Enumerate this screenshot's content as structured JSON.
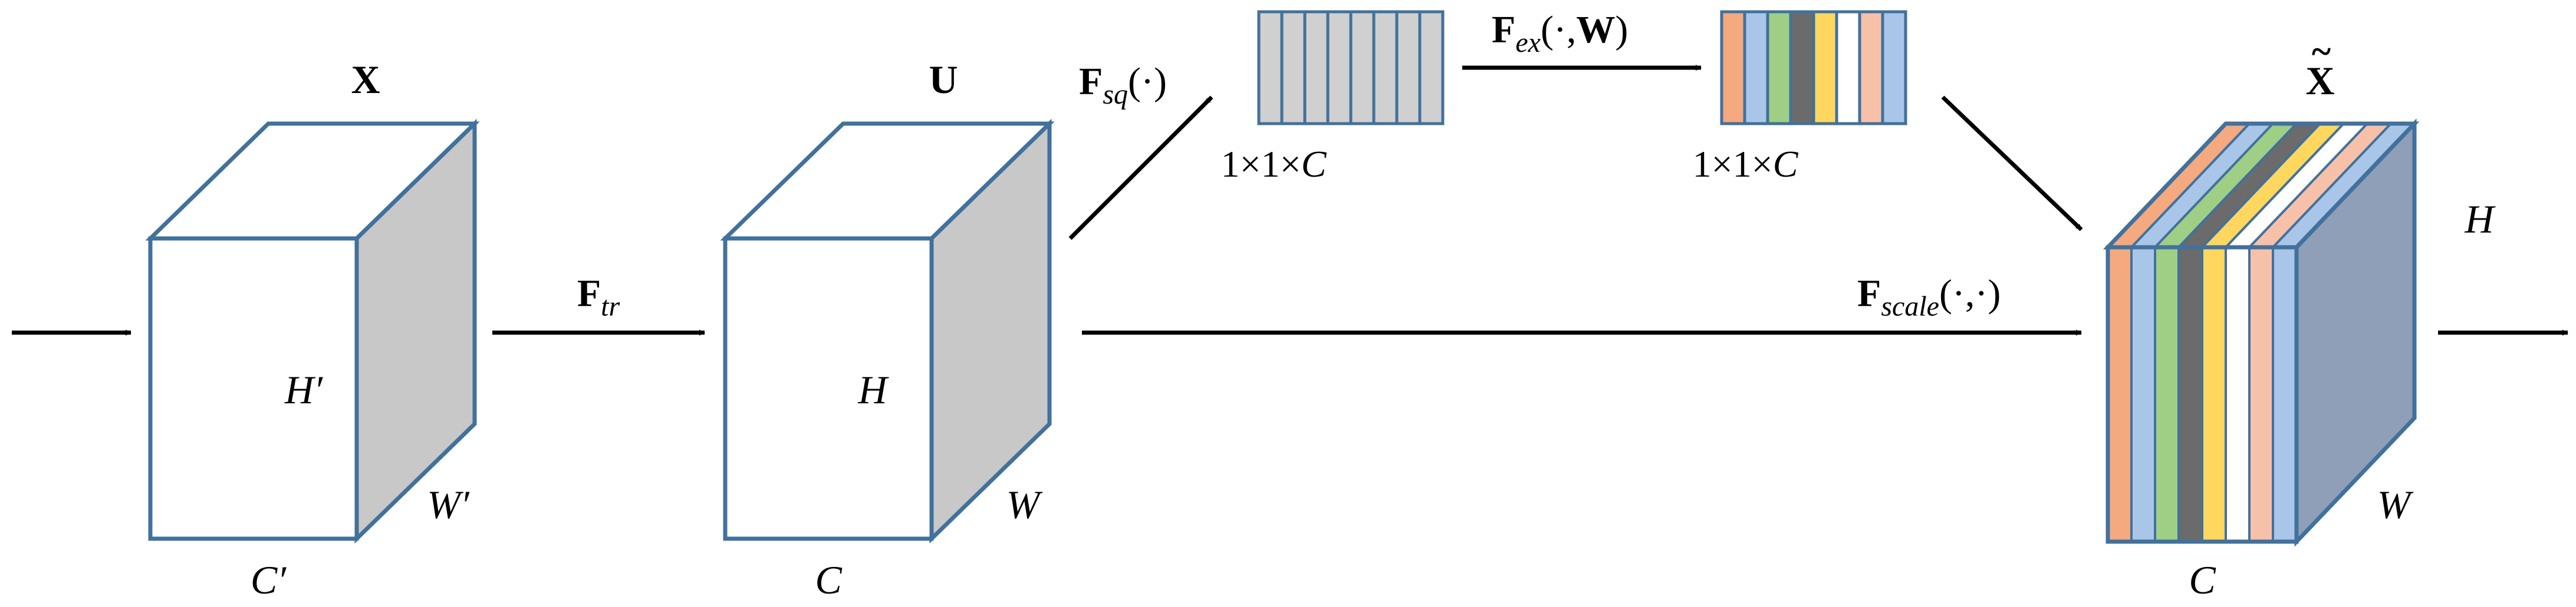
{
  "colors": {
    "stroke": "#41719c",
    "side_gray": "#c8c8c8",
    "squeeze_bar": "#d0d0d0",
    "scaled_side": "#8f9fb8",
    "arrow": "#000000",
    "bar_palette": [
      "#f4a97f",
      "#a9c6e8",
      "#9ecf85",
      "#6b6b6b",
      "#ffd75e",
      "#ffffff",
      "#f7c1a9",
      "#a9c6e8"
    ]
  },
  "blocks": {
    "input": {
      "title": "X",
      "height": "H′",
      "width": "W′",
      "channels": "C′"
    },
    "transformed": {
      "title": "U",
      "height": "H",
      "width": "W",
      "channels": "C"
    },
    "output": {
      "title": "X",
      "title_accent": "~",
      "height": "H",
      "width": "W",
      "channels": "C"
    }
  },
  "vectors": {
    "squeezed": {
      "size": "1×1×",
      "channel": "C"
    },
    "excited": {
      "size": "1×1×",
      "channel": "C"
    }
  },
  "operations": {
    "f_tr": {
      "symbol": "F",
      "sub": "tr"
    },
    "f_sq": {
      "symbol": "F",
      "sub": "sq",
      "args": "(·)"
    },
    "f_ex": {
      "symbol": "F",
      "sub": "ex",
      "args_open": "(·,",
      "weight": "W",
      "args_close": ")"
    },
    "f_scale": {
      "symbol": "F",
      "sub": "scale",
      "args": "(·,·)"
    }
  }
}
